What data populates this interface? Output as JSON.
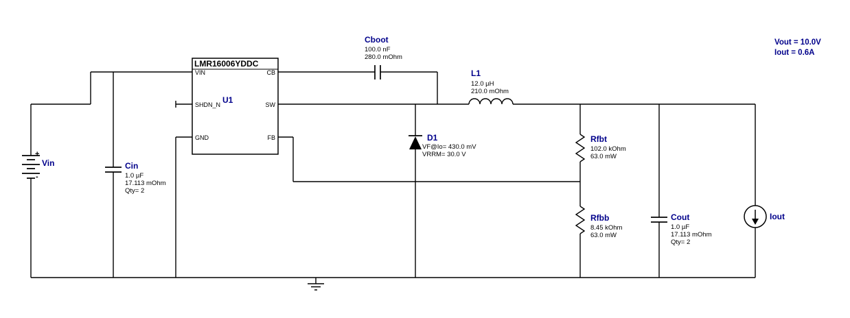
{
  "colors": {
    "component_label": "#00008b",
    "annotation_text": "#00008b",
    "value_text": "#000000",
    "wire": "#000000",
    "background": "#ffffff"
  },
  "annotations": {
    "vout": "Vout = 10.0V",
    "iout": "Iout = 0.6A"
  },
  "ic": {
    "ref": "U1",
    "part": "LMR16006YDDC",
    "pins": {
      "vin": "VIN",
      "shdn_n": "SHDN_N",
      "gnd": "GND",
      "cb": "CB",
      "sw": "SW",
      "fb": "FB"
    }
  },
  "components": {
    "vin": {
      "name": "Vin",
      "plus": "+",
      "minus": "-"
    },
    "cin": {
      "name": "Cin",
      "value": "1.0 µF",
      "esr": "17.113 mOhm",
      "qty": "Qty= 2"
    },
    "cboot": {
      "name": "Cboot",
      "value": "100.0 nF",
      "esr": "280.0 mOhm"
    },
    "l1": {
      "name": "L1",
      "value": "12.0 µH",
      "esr": "210.0 mOhm"
    },
    "d1": {
      "name": "D1",
      "vf": "VF@Io= 430.0 mV",
      "vrrm": "VRRM= 30.0 V"
    },
    "rfbt": {
      "name": "Rfbt",
      "value": "102.0 kOhm",
      "power": "63.0 mW"
    },
    "rfbb": {
      "name": "Rfbb",
      "value": "8.45 kOhm",
      "power": "63.0 mW"
    },
    "cout": {
      "name": "Cout",
      "value": "1.0 µF",
      "esr": "17.113 mOhm",
      "qty": "Qty= 2"
    },
    "iout": {
      "name": "Iout"
    }
  }
}
